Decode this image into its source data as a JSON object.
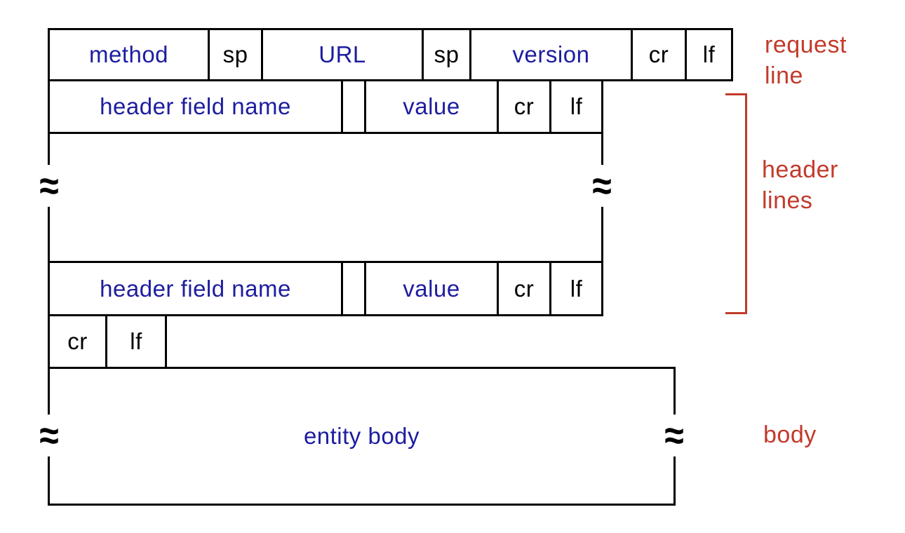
{
  "colors": {
    "field_text_blue": "#1d1da0",
    "delimiter_text_black": "#000000",
    "annotation_red": "#c23a2b",
    "line_black": "#000000",
    "background_white": "#ffffff"
  },
  "request_line_row": {
    "method": "method",
    "sp1": "sp",
    "url": "URL",
    "sp2": "sp",
    "version": "version",
    "cr": "cr",
    "lf": "lf"
  },
  "header_line_row_1": {
    "field_name": "header field name",
    "value": "value",
    "cr": "cr",
    "lf": "lf"
  },
  "header_line_row_2": {
    "field_name": "header field name",
    "value": "value",
    "cr": "cr",
    "lf": "lf"
  },
  "blank_line_row": {
    "cr": "cr",
    "lf": "lf"
  },
  "entity_body_box": {
    "label": "entity body"
  },
  "break_mark": "≈",
  "annotations": {
    "request_line": "request\nline",
    "header_lines": "header\nlines",
    "body": "body"
  }
}
